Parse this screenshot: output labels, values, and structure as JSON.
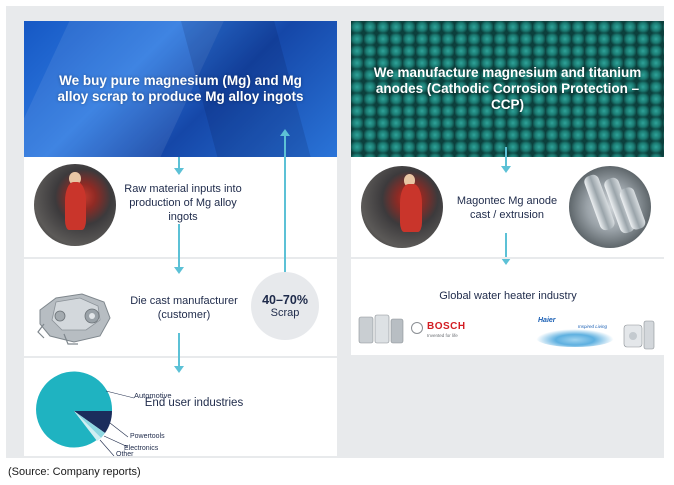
{
  "left_panel": {
    "banner_text": "We buy pure magnesium (Mg) and Mg alloy scrap to produce Mg alloy ingots",
    "step1_text": "Raw material inputs into production of Mg alloy ingots",
    "step2_text": "Die cast manufacturer (customer)",
    "scrap": {
      "percent": "40–70%",
      "label": "Scrap"
    },
    "step3_text": "End user industries",
    "pie_labels": {
      "automotive": "Automotive",
      "powertools": "Powertools",
      "electronics": "Electronics",
      "other": "Other"
    }
  },
  "right_panel": {
    "banner_text": "We manufacture magnesium and titanium anodes (Cathodic Corrosion Protection – CCP)",
    "step1_text": "Magontec Mg anode cast / extrusion",
    "step2_text": "Global water heater industry",
    "brands": {
      "bosch_name": "BOSCH",
      "bosch_tagline": "Invented for life",
      "haier_name": "Haier",
      "haier_tagline": "Inspired Living"
    }
  },
  "footer": {
    "source": "(Source: Company reports)"
  },
  "colors": {
    "arrow": "#5cc1d6",
    "pie_main": "#1fb3c1",
    "pie_navy": "#1b2d5c",
    "pie_light": "#8fd8e2",
    "pie_pale": "#d0eef2"
  }
}
